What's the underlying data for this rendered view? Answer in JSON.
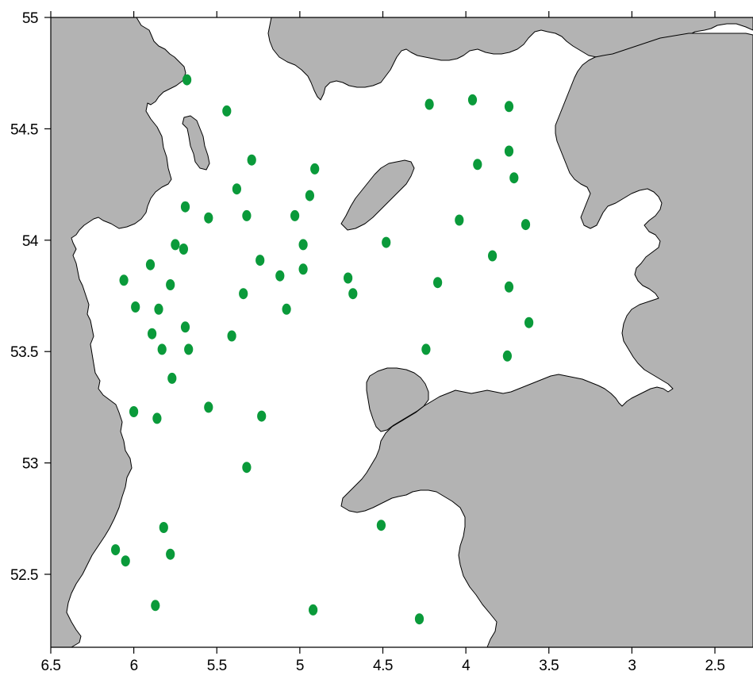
{
  "map": {
    "x_ticks": [
      "6.5",
      "6",
      "5.5",
      "5",
      "4.5",
      "4",
      "3.5",
      "3",
      "2.5"
    ],
    "y_ticks": [
      "55",
      "54.5",
      "54",
      "53.5",
      "53",
      "52.5"
    ],
    "land_color": "#b3b3b3",
    "sea_color": "#ffffff",
    "station_color": "#0a9a3a"
  },
  "chart_data": {
    "type": "scatter",
    "title": "",
    "xlabel": "",
    "ylabel": "",
    "xlim": [
      6.5,
      2.2
    ],
    "ylim": [
      52.17,
      55.0
    ],
    "x_reversed": true,
    "grid": false,
    "series": [
      {
        "points": [
          {
            "x": 5.68,
            "y": 54.72
          },
          {
            "x": 5.44,
            "y": 54.58
          },
          {
            "x": 5.29,
            "y": 54.36
          },
          {
            "x": 4.91,
            "y": 54.32
          },
          {
            "x": 5.38,
            "y": 54.23
          },
          {
            "x": 4.94,
            "y": 54.2
          },
          {
            "x": 5.69,
            "y": 54.15
          },
          {
            "x": 5.55,
            "y": 54.1
          },
          {
            "x": 5.32,
            "y": 54.11
          },
          {
            "x": 5.03,
            "y": 54.11
          },
          {
            "x": 5.75,
            "y": 53.98
          },
          {
            "x": 5.7,
            "y": 53.96
          },
          {
            "x": 4.98,
            "y": 53.98
          },
          {
            "x": 4.48,
            "y": 53.99
          },
          {
            "x": 5.24,
            "y": 53.91
          },
          {
            "x": 5.9,
            "y": 53.89
          },
          {
            "x": 4.98,
            "y": 53.87
          },
          {
            "x": 6.06,
            "y": 53.82
          },
          {
            "x": 5.78,
            "y": 53.8
          },
          {
            "x": 5.12,
            "y": 53.84
          },
          {
            "x": 4.71,
            "y": 53.83
          },
          {
            "x": 4.68,
            "y": 53.76
          },
          {
            "x": 5.34,
            "y": 53.76
          },
          {
            "x": 5.99,
            "y": 53.7
          },
          {
            "x": 5.85,
            "y": 53.69
          },
          {
            "x": 5.08,
            "y": 53.69
          },
          {
            "x": 5.89,
            "y": 53.58
          },
          {
            "x": 5.69,
            "y": 53.61
          },
          {
            "x": 5.41,
            "y": 53.57
          },
          {
            "x": 5.83,
            "y": 53.51
          },
          {
            "x": 5.67,
            "y": 53.51
          },
          {
            "x": 5.77,
            "y": 53.38
          },
          {
            "x": 6.0,
            "y": 53.23
          },
          {
            "x": 5.86,
            "y": 53.2
          },
          {
            "x": 5.55,
            "y": 53.25
          },
          {
            "x": 5.23,
            "y": 53.21
          },
          {
            "x": 5.32,
            "y": 52.98
          },
          {
            "x": 5.82,
            "y": 52.71
          },
          {
            "x": 6.11,
            "y": 52.61
          },
          {
            "x": 6.05,
            "y": 52.56
          },
          {
            "x": 5.78,
            "y": 52.59
          },
          {
            "x": 5.87,
            "y": 52.36
          },
          {
            "x": 4.92,
            "y": 52.34
          },
          {
            "x": 4.28,
            "y": 52.3
          },
          {
            "x": 4.51,
            "y": 52.72
          },
          {
            "x": 4.22,
            "y": 54.61
          },
          {
            "x": 3.96,
            "y": 54.63
          },
          {
            "x": 3.74,
            "y": 54.6
          },
          {
            "x": 3.93,
            "y": 54.34
          },
          {
            "x": 3.74,
            "y": 54.4
          },
          {
            "x": 3.71,
            "y": 54.28
          },
          {
            "x": 4.04,
            "y": 54.09
          },
          {
            "x": 3.64,
            "y": 54.07
          },
          {
            "x": 3.84,
            "y": 53.93
          },
          {
            "x": 4.17,
            "y": 53.81
          },
          {
            "x": 3.74,
            "y": 53.79
          },
          {
            "x": 3.62,
            "y": 53.63
          },
          {
            "x": 4.24,
            "y": 53.51
          },
          {
            "x": 3.75,
            "y": 53.48
          }
        ]
      }
    ]
  }
}
